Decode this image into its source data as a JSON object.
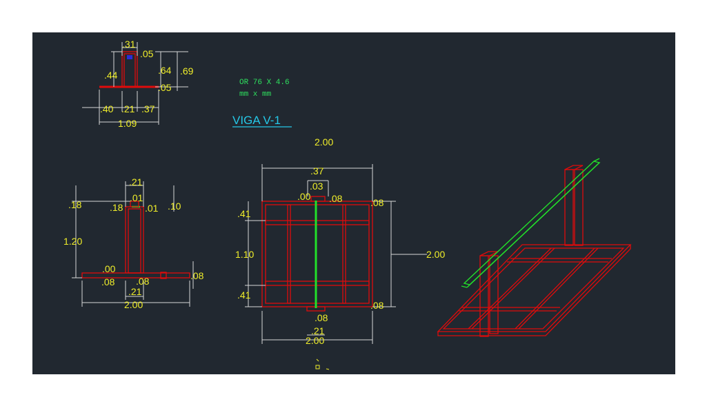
{
  "drawing": {
    "title": "VIGA V-1",
    "note_line1": "OR 76 X 4.6",
    "note_line2": "mm x mm",
    "colors": {
      "background": "#212830",
      "member": "#e00b0b",
      "beam": "#22e12a",
      "dimension_text": "#f0ee2a",
      "title": "#25c8e8"
    }
  },
  "section_detail": {
    "dims": [
      ".31",
      ".05",
      ".64",
      ".69",
      ".44",
      ".05",
      ".40",
      ".21",
      ".37",
      "1.09"
    ]
  },
  "elevation": {
    "dims": [
      ".21",
      ".18",
      ".18",
      ".01",
      ".01",
      ".10",
      "1.20",
      ".00",
      ".08",
      ".08",
      ".08",
      ".21",
      "2.00"
    ]
  },
  "plan": {
    "dims": [
      "2.00",
      ".37",
      ".03",
      ".00",
      ".08",
      ".08",
      ".41",
      "1.10",
      ".41",
      "2.00",
      ".08",
      ".08",
      ".21",
      "2.00"
    ]
  }
}
